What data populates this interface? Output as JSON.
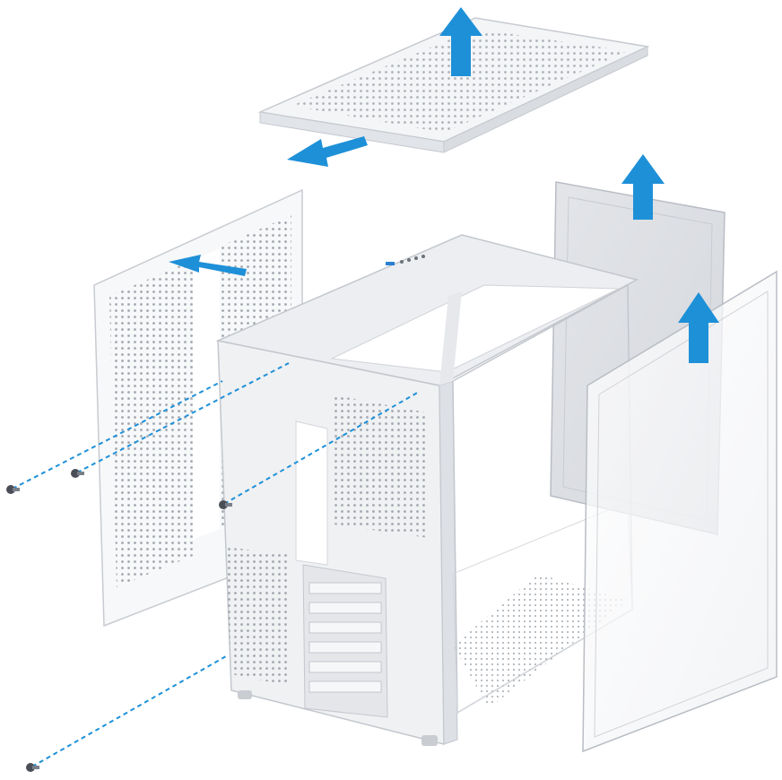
{
  "diagram": {
    "type": "exploded-view",
    "subject": "pc-case-panel-removal",
    "colors": {
      "case_body": "#f2f3f5",
      "case_edge": "#c9ccd2",
      "case_shadow": "#dfe2e7",
      "mesh_dot": "#9aa0a8",
      "arrow": "#1e90d8",
      "guide_line": "#1e90d8",
      "glass_tint": "#e6e8ec",
      "screw": "#4a4f57"
    },
    "arrows": [
      {
        "id": "top-panel-lift",
        "direction": "up"
      },
      {
        "id": "top-panel-slide",
        "direction": "left"
      },
      {
        "id": "rear-side-panel-slide",
        "direction": "left"
      },
      {
        "id": "inner-glass-lift",
        "direction": "up"
      },
      {
        "id": "front-glass-lift",
        "direction": "up"
      }
    ],
    "screws": [
      {
        "id": "screw-1"
      },
      {
        "id": "screw-2"
      },
      {
        "id": "screw-3"
      },
      {
        "id": "screw-4"
      }
    ]
  }
}
